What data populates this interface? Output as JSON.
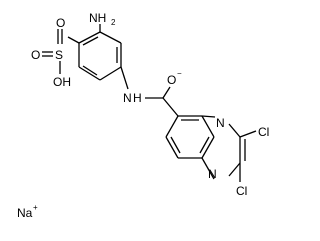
{
  "molecule": {
    "labels": {
      "nh2": "NH",
      "nh2_sub": "2",
      "s": "S",
      "o_top": "O",
      "o_left": "O",
      "oh": "OH",
      "nh": "N",
      "nh_h": "H",
      "o_minus": "O",
      "o_minus_charge": "−",
      "n_top": "N",
      "n_bottom": "N",
      "cl_top": "Cl",
      "cl_bottom": "Cl",
      "na": "Na",
      "na_charge": "+"
    }
  }
}
